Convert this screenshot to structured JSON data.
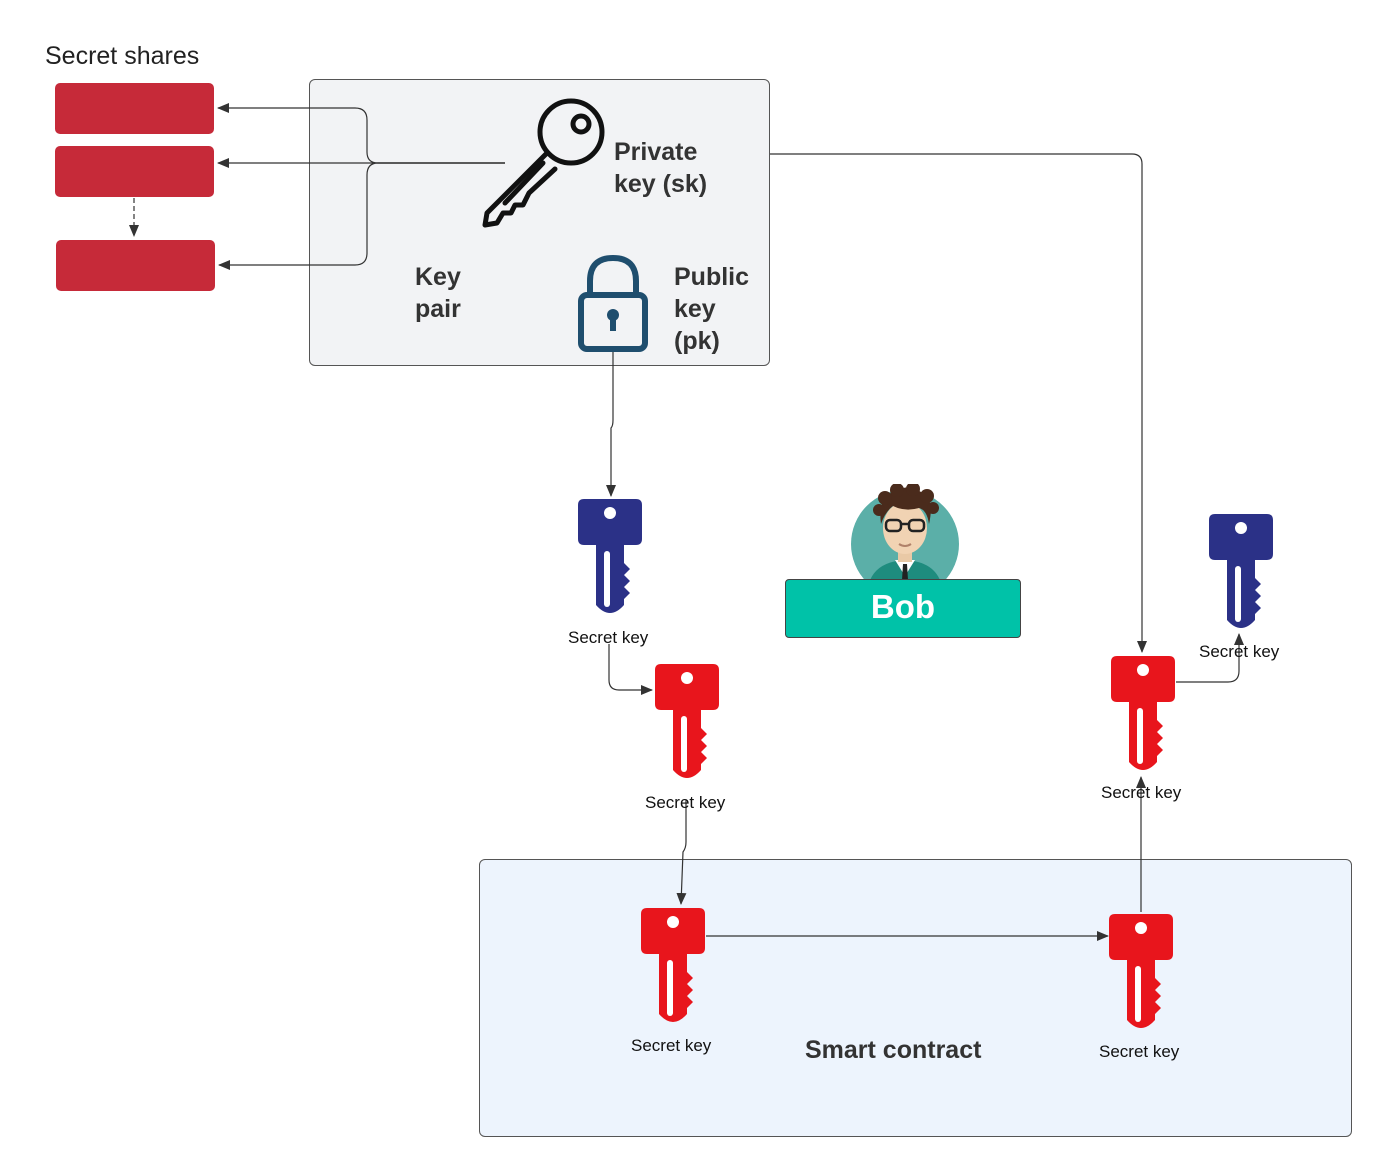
{
  "secret_shares": {
    "title": "Secret shares",
    "share_count": 3,
    "share_color": "#C62A39"
  },
  "key_pair": {
    "label_line1": "Key",
    "label_line2": "pair",
    "box_fill": "#F2F3F5"
  },
  "private_key": {
    "label_line1": "Private",
    "label_line2": "key (sk)",
    "icon": "key-outline-icon"
  },
  "public_key": {
    "label_line1": "Public",
    "label_line2": "key",
    "label_line3": "(pk)",
    "icon": "padlock-icon",
    "icon_color": "#1F4E6E"
  },
  "person": {
    "name": "Bob",
    "name_color": "#ffffff",
    "banner_color": "#00C2A8",
    "avatar_bg": "#5BAFA8",
    "icon": "person-avatar-icon"
  },
  "keys": {
    "secret_key_label": "Secret key",
    "blue_color": "#2B3187",
    "red_color": "#E8151C"
  },
  "smart_contract": {
    "label": "Smart contract",
    "box_fill": "#EDF4FD"
  },
  "connector_color": "#333333"
}
